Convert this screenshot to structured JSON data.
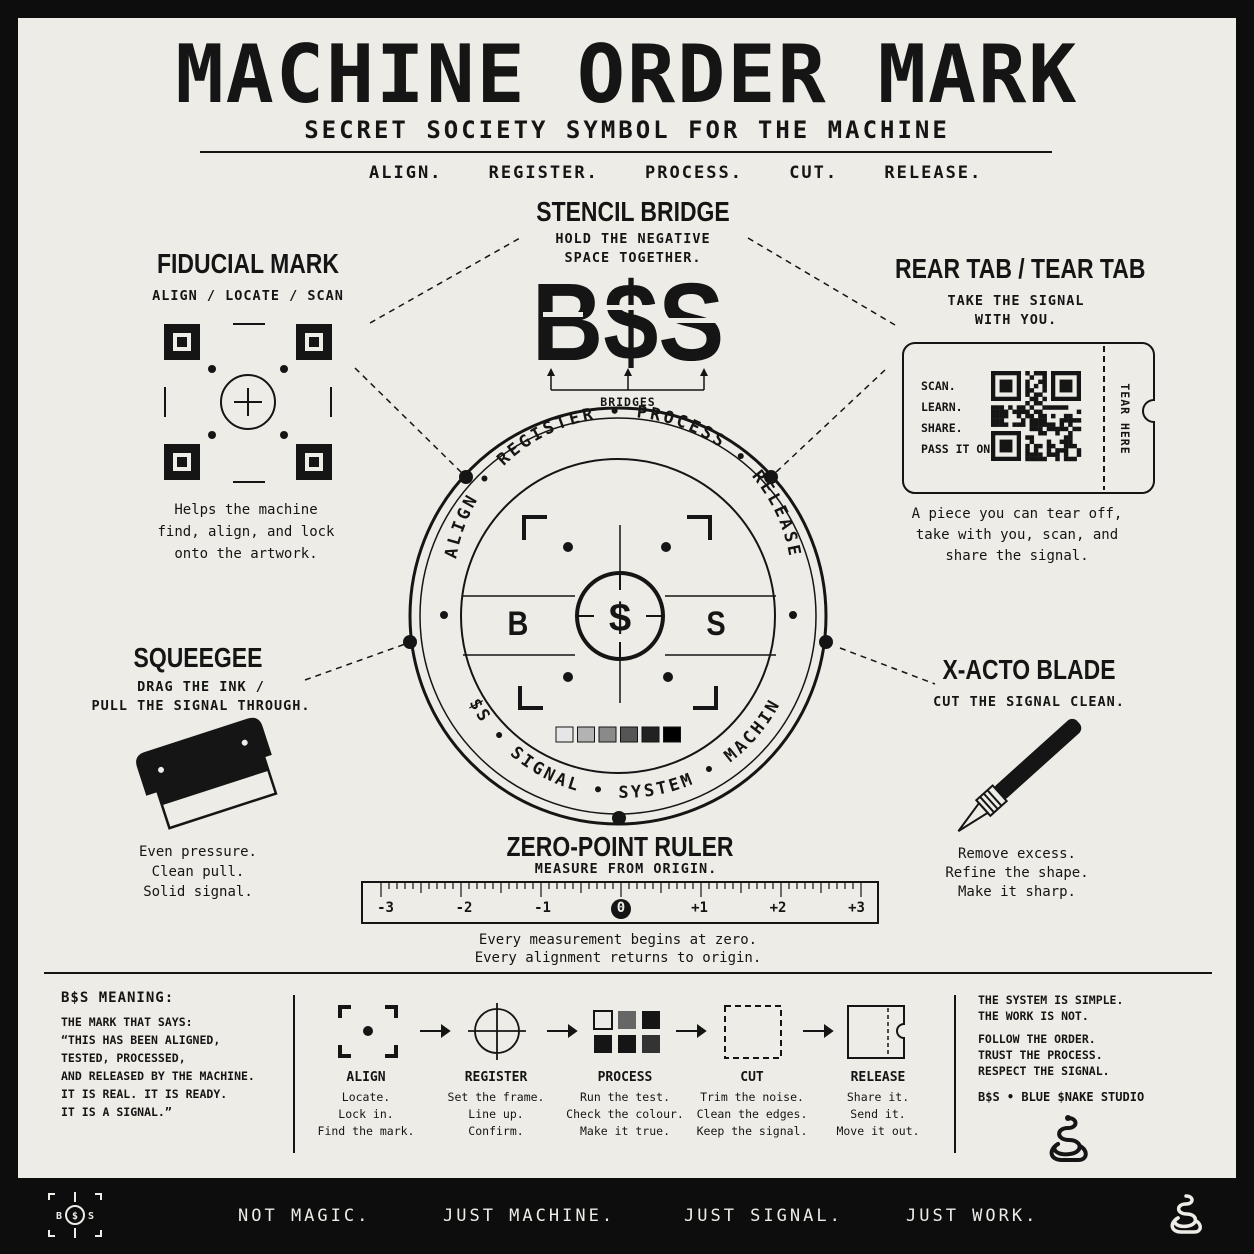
{
  "title": "MACHINE ORDER MARK",
  "subtitle": "SECRET SOCIETY SYMBOL FOR THE MACHINE",
  "steps": [
    "ALIGN.",
    "REGISTER.",
    "PROCESS.",
    "CUT.",
    "RELEASE."
  ],
  "stencil_bridge": {
    "heading": "STENCIL BRIDGE",
    "caption_1": "HOLD THE NEGATIVE",
    "caption_2": "SPACE TOGETHER.",
    "mark": "B$S",
    "bridges_label": "BRIDGES"
  },
  "fiducial": {
    "heading": "FIDUCIAL MARK",
    "caption": "ALIGN / LOCATE / SCAN",
    "body_1": "Helps the machine",
    "body_2": "find, align, and lock",
    "body_3": "onto the artwork."
  },
  "rear_tab": {
    "heading": "REAR TAB / TEAR TAB",
    "caption_1": "TAKE THE SIGNAL",
    "caption_2": "WITH YOU.",
    "ticket_lines": [
      "SCAN.",
      "LEARN.",
      "SHARE.",
      "PASS IT ON."
    ],
    "tear_label": "TEAR HERE",
    "body_1": "A piece you can tear off,",
    "body_2": "take with you, scan, and",
    "body_3": "share the signal."
  },
  "seal": {
    "ring_top": "ALIGN • REGISTER • PROCESS • RELEASE",
    "ring_bottom": "B$S • SIGNAL • SYSTEM • MACHINE",
    "left_letter": "B",
    "center_symbol": "$",
    "right_letter": "S",
    "swatch_colors": [
      "#e6e6e6",
      "#b3b3b3",
      "#8a8a8a",
      "#555555",
      "#222222",
      "#000000"
    ]
  },
  "squeegee": {
    "heading": "SQUEEGEE",
    "caption_1": "DRAG THE INK /",
    "caption_2": "PULL THE SIGNAL THROUGH.",
    "body_1": "Even pressure.",
    "body_2": "Clean pull.",
    "body_3": "Solid signal."
  },
  "xacto": {
    "heading": "X-ACTO BLADE",
    "caption": "CUT THE SIGNAL CLEAN.",
    "body_1": "Remove excess.",
    "body_2": "Refine the shape.",
    "body_3": "Make it sharp."
  },
  "ruler": {
    "heading": "ZERO-POINT RULER",
    "caption": "MEASURE FROM ORIGIN.",
    "labels": [
      "-3",
      "-2",
      "-1",
      "0",
      "+1",
      "+2",
      "+3"
    ],
    "body_1": "Every measurement begins at zero.",
    "body_2": "Every alignment returns to origin."
  },
  "meaning": {
    "heading": "B$S MEANING:",
    "lines": [
      "THE MARK THAT SAYS:",
      "“THIS HAS BEEN ALIGNED,",
      "TESTED, PROCESSED,",
      "AND RELEASED BY THE MACHINE.",
      "IT IS REAL. IT IS READY.",
      "IT IS A SIGNAL.”"
    ]
  },
  "process": [
    {
      "name": "ALIGN",
      "lines": [
        "Locate.",
        "Lock in.",
        "Find the mark."
      ],
      "icon": "align-icon"
    },
    {
      "name": "REGISTER",
      "lines": [
        "Set the frame.",
        "Line up.",
        "Confirm."
      ],
      "icon": "register-icon"
    },
    {
      "name": "PROCESS",
      "lines": [
        "Run the test.",
        "Check the colour.",
        "Make it true."
      ],
      "icon": "process-icon"
    },
    {
      "name": "CUT",
      "lines": [
        "Trim the noise.",
        "Clean the edges.",
        "Keep the signal."
      ],
      "icon": "cut-icon"
    },
    {
      "name": "RELEASE",
      "lines": [
        "Share it.",
        "Send it.",
        "Move it out."
      ],
      "icon": "release-icon"
    }
  ],
  "manifesto": {
    "line_1": "THE SYSTEM IS SIMPLE.",
    "line_2": "THE WORK IS NOT.",
    "line_3": "FOLLOW THE ORDER.",
    "line_4": "TRUST THE PROCESS.",
    "line_5": "RESPECT THE SIGNAL.",
    "studio": "B$S • BLUE $NAKE STUDIO"
  },
  "footer": {
    "tags": [
      "NOT MAGIC.",
      "JUST MACHINE.",
      "JUST SIGNAL.",
      "JUST WORK."
    ],
    "logo_b": "B",
    "logo_dollar": "$",
    "logo_s": "S"
  }
}
